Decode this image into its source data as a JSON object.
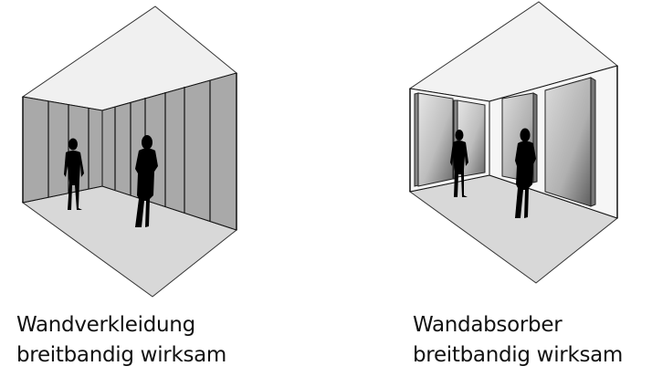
{
  "figure": {
    "panels": [
      {
        "id": "left",
        "title": "Wandverkleidung",
        "subtitle": "breitbandig wirksam",
        "illustration": "room with full wall cladding panels, two standing silhouettes"
      },
      {
        "id": "right",
        "title": "Wandabsorber",
        "subtitle": "breitbandig wirksam",
        "illustration": "room with free-standing wall absorber panels, two standing silhouettes"
      }
    ],
    "colors": {
      "ceiling": "#f0f0f0",
      "floor": "#d8d8d8",
      "cladding": "#a9a9a9",
      "wall_plain": "#f4f4f4",
      "outline": "#222222",
      "silhouette": "#000000"
    }
  }
}
